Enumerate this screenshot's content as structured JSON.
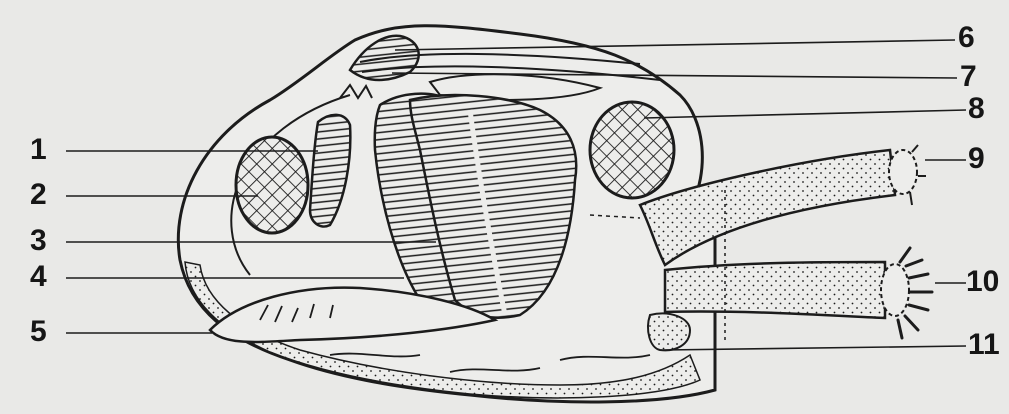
{
  "labels": [
    "1",
    "2",
    "3",
    "4",
    "5",
    "6",
    "7",
    "8",
    "9",
    "10",
    "11"
  ],
  "colors": {
    "paper": "#e9e9e7",
    "ink": "#1c1c1c"
  }
}
